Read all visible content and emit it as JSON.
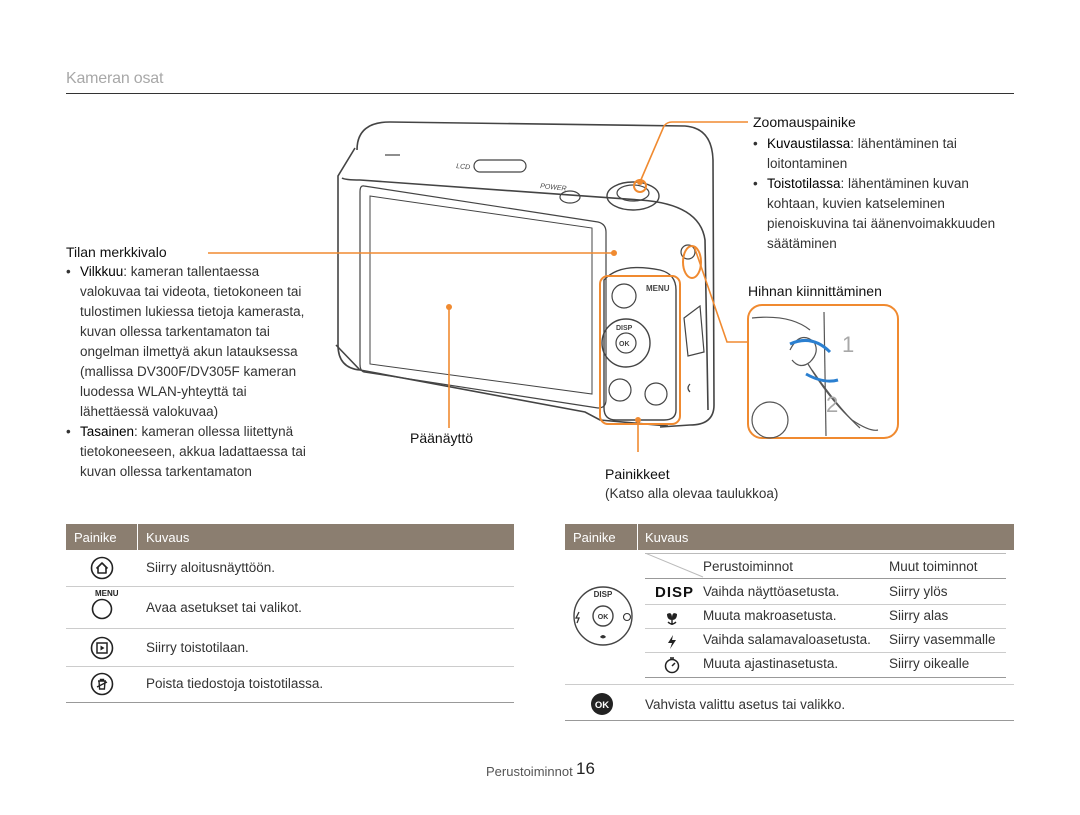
{
  "page": {
    "section_title": "Kameran osat",
    "footer_label": "Perustoiminnot",
    "footer_page": "16"
  },
  "callouts": {
    "mode_indicator": {
      "title": "Tilan merkkivalo",
      "items": [
        {
          "keyword": "Vilkkuu",
          "lines": [
            ": kameran tallentaessa",
            "valokuvaa tai videota, tietokoneen tai",
            "tulostimen lukiessa tietoja kamerasta,",
            "kuvan ollessa tarkentamaton tai",
            "ongelman ilmettyä akun latauksessa",
            "(mallissa DV300F/DV305F kameran",
            "luodessa WLAN-yhteyttä tai",
            "lähettäessä valokuvaa)"
          ]
        },
        {
          "keyword": "Tasainen",
          "lines": [
            ": kameran ollessa liitettynä",
            "tietokoneeseen, akkua ladattaessa tai",
            "kuvan ollessa tarkentamaton"
          ]
        }
      ]
    },
    "zoom_button": {
      "title": "Zoomauspainike",
      "items": [
        {
          "keyword": "Kuvaustilassa",
          "lines": [
            ": lähentäminen tai",
            "loitontaminen"
          ]
        },
        {
          "keyword": "Toistotilassa",
          "lines": [
            ": lähentäminen kuvan",
            "kohtaan, kuvien katseleminen",
            "pienoiskuvina tai äänenvoimakkuuden",
            "säätäminen"
          ]
        }
      ]
    },
    "strap": {
      "title": "Hihnan kiinnittäminen",
      "step1": "1",
      "step2": "2"
    },
    "main_display": {
      "title": "Päänäyttö"
    },
    "buttons": {
      "title": "Painikkeet",
      "note": "(Katso alla olevaa taulukkoa)"
    }
  },
  "left_table": {
    "headers": [
      "Painike",
      "Kuvaus"
    ],
    "rows": [
      {
        "icon": "home-icon",
        "description": "Siirry aloitusnäyttöön."
      },
      {
        "icon": "menu-icon",
        "icon_label": "MENU",
        "description": "Avaa asetukset tai valikot."
      },
      {
        "icon": "playback-icon",
        "description": "Siirry toistotilaan."
      },
      {
        "icon": "delete-icon",
        "description": "Poista tiedostoja toistotilassa."
      }
    ]
  },
  "right_table": {
    "headers": [
      "Painike",
      "Kuvaus"
    ],
    "sub_headers": [
      "Perustoiminnot",
      "Muut toiminnot"
    ],
    "dpad_label": "DISP",
    "dpad_ok": "OK",
    "rows": [
      {
        "icon": "disp-icon",
        "icon_label": "DISP",
        "basic": "Vaihda näyttöasetusta.",
        "other": "Siirry ylös"
      },
      {
        "icon": "macro-icon",
        "basic": "Muuta makroasetusta.",
        "other": "Siirry alas"
      },
      {
        "icon": "flash-icon",
        "basic": "Vaihda salamavaloasetusta.",
        "other": "Siirry vasemmalle"
      },
      {
        "icon": "timer-icon",
        "basic": "Muuta ajastinasetusta.",
        "other": "Siirry oikealle"
      }
    ],
    "ok_row": {
      "icon": "ok-icon",
      "icon_label": "OK",
      "description": "Vahvista valittu asetus tai valikko."
    }
  },
  "camera": {
    "lcd_label": "LCD",
    "power_label": "POWER",
    "menu_label": "MENU",
    "disp_label": "DISP",
    "ok_label": "OK"
  },
  "colors": {
    "accent_orange": "#f08a30",
    "table_header": "#8b7e70",
    "camera_outline": "#444444"
  }
}
